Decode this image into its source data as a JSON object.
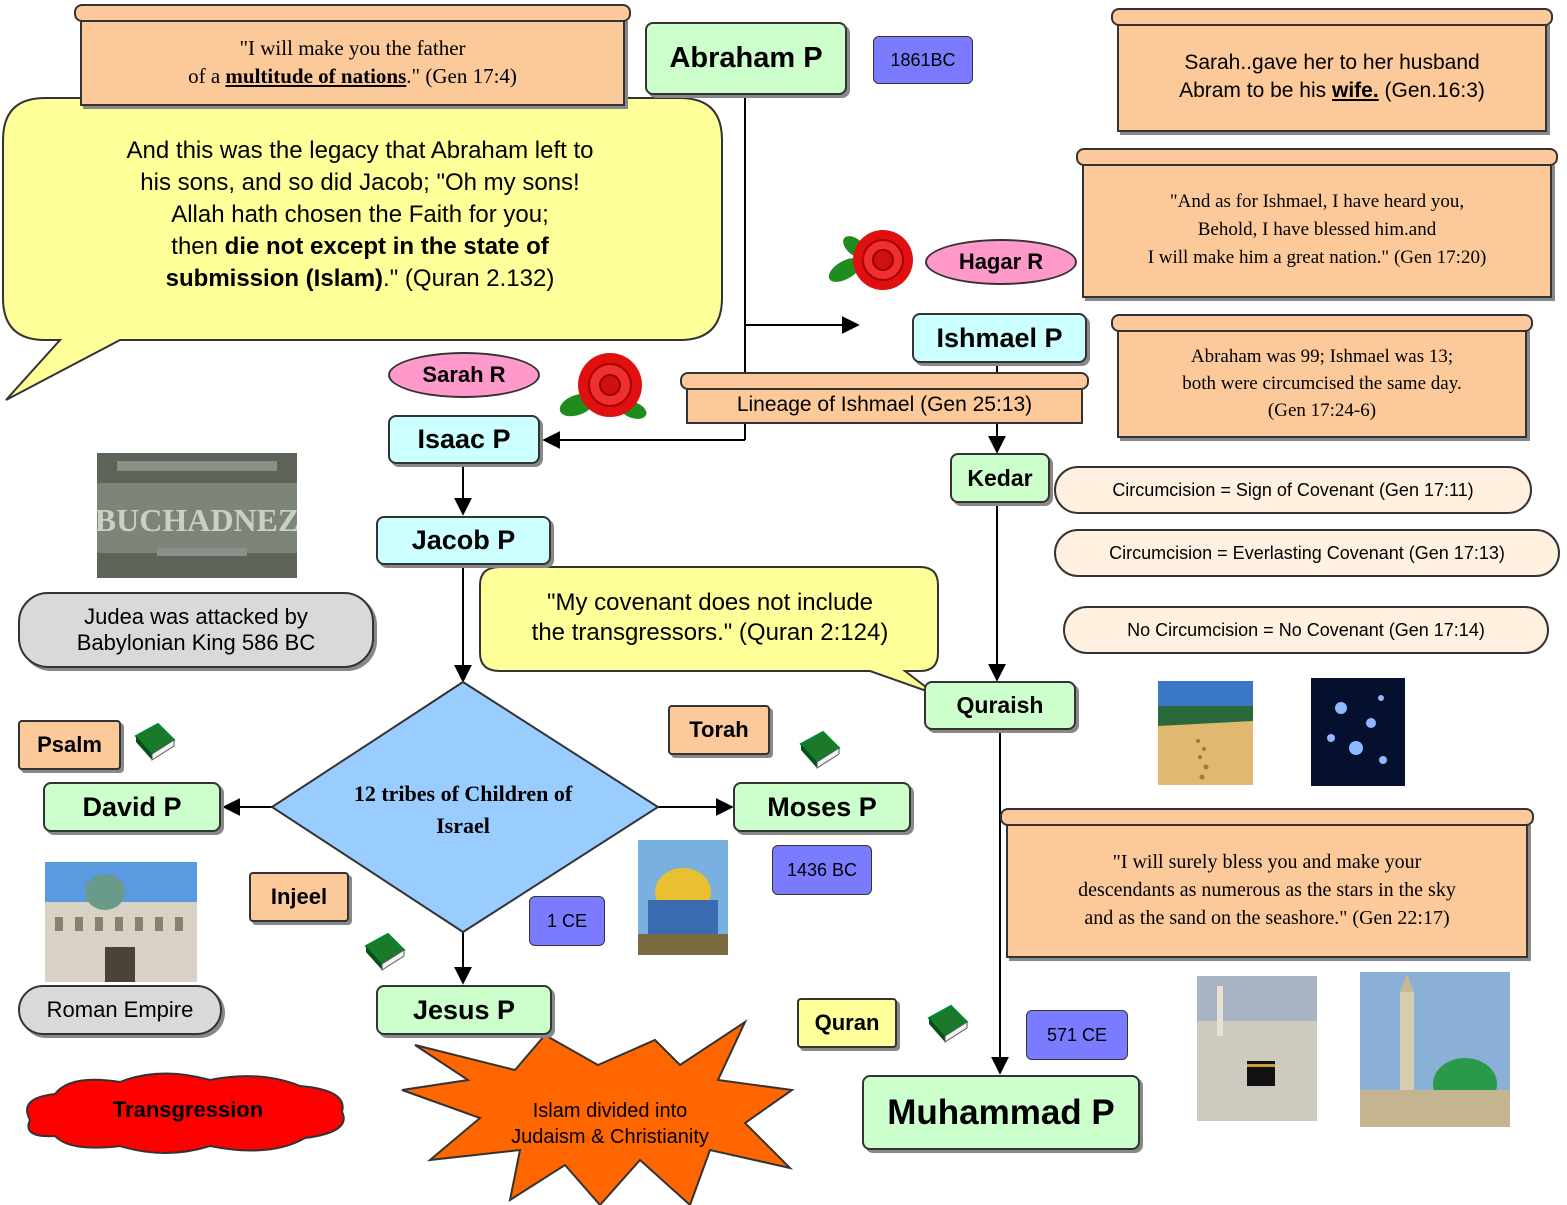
{
  "nodes": {
    "abraham": "Abraham P",
    "abraham_date": "1861BC",
    "hagar": "Hagar R",
    "sarah": "Sarah R",
    "ishmael": "Ishmael P",
    "isaac": "Isaac P",
    "jacob": "Jacob P",
    "kedar": "Kedar",
    "quraish": "Quraish",
    "tribes": "12 tribes of Children of Israel",
    "david": "David P",
    "moses": "Moses P",
    "moses_date": "1436 BC",
    "jesus": "Jesus P",
    "jesus_date": "1 CE",
    "muhammad": "Muhammad P",
    "muhammad_date": "571 CE"
  },
  "books": {
    "psalm": "Psalm",
    "torah": "Torah",
    "injeel": "Injeel",
    "quran": "Quran"
  },
  "scrolls": {
    "gen17_4_a": "\"I will make you the father",
    "gen17_4_b": "of a",
    "gen17_4_bold": "multitude of nations",
    "gen17_4_c": ".\" (Gen 17:4)",
    "gen16_3_a": "Sarah..gave her to her husband",
    "gen16_3_b": "Abram to be his",
    "gen16_3_bold": "wife.",
    "gen16_3_c": "(Gen.16:3)",
    "gen17_20_a": "\"And as for Ishmael, I have heard you,",
    "gen17_20_b": "Behold, I have blessed him.and",
    "gen17_20_c": "I will make him a great nation.\" (Gen 17:20)",
    "gen17_24_a": "Abraham  was 99; Ishmael  was 13;",
    "gen17_24_b": "both were circumcised the same day.",
    "gen17_24_c": "(Gen 17:24-6)",
    "lineage": "Lineage of Ishmael (Gen 25:13)",
    "gen22_17_a": "\"I will surely bless you and make your",
    "gen22_17_b": "descendants as numerous as the stars in the sky",
    "gen22_17_c": "and as the sand on the seashore.\"  (Gen 22:17)"
  },
  "callouts": {
    "legacy_a": "And this was the legacy that Abraham left to",
    "legacy_b": "his sons, and so did Jacob; \"Oh my sons!",
    "legacy_c": "Allah hath chosen the Faith for you;",
    "legacy_d": "then",
    "legacy_bold1": "die not except in the state of",
    "legacy_bold2": "submission (Islam)",
    "legacy_e": ".\" (Quran 2.132)",
    "covenant_a": "\"My covenant does not include",
    "covenant_b": "the transgressors.\"  (Quran 2:124)"
  },
  "pills": {
    "sign": "Circumcision = Sign of Covenant (Gen 17:11)",
    "everlasting": "Circumcision = Everlasting Covenant (Gen 17:13)",
    "none": "No Circumcision = No Covenant (Gen 17:14)"
  },
  "history": {
    "judea_a": "Judea was attacked by",
    "judea_b": "Babylonian King 586 BC",
    "roman": "Roman Empire",
    "transgression": "Transgression",
    "divided_a": "Islam divided into",
    "divided_b": "Judaism & Christianity",
    "plaque_text": "EBUCHADNEZZ"
  },
  "colors": {
    "green_node": "#ccffcc",
    "cyan_node": "#ccffff",
    "scroll": "#fbc99a",
    "callout": "#ffff99",
    "date_badge": "#7b7bff",
    "diamond": "#99ccff",
    "star": "#ff6600",
    "cloud": "#ff0000",
    "pink_oval": "#ff99cc"
  },
  "icons": [
    "book-icon",
    "rose-icon",
    "photo-plaque",
    "photo-vienna-palace",
    "photo-dome-of-rock",
    "photo-sand-footprints",
    "photo-star-cluster",
    "photo-kaaba",
    "photo-green-dome"
  ]
}
